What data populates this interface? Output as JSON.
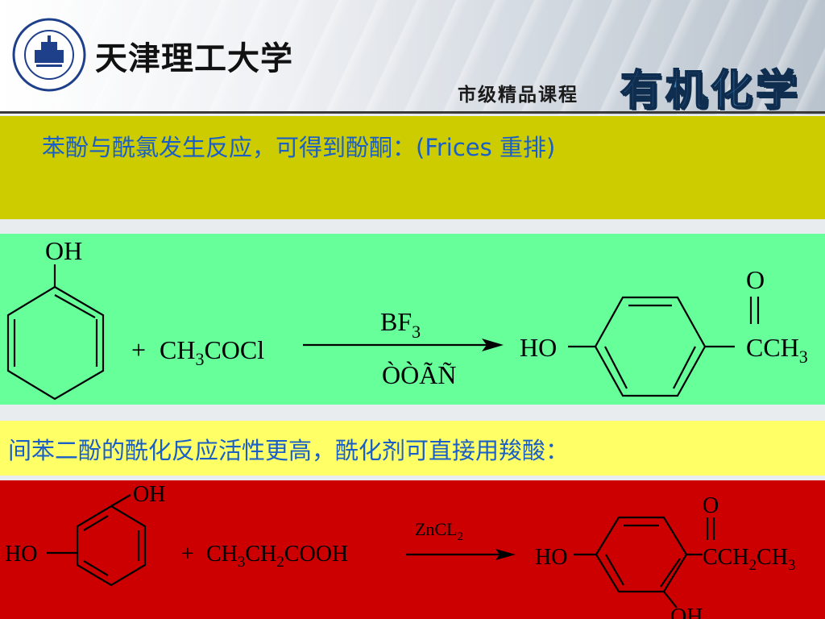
{
  "header": {
    "university_name": "天津理工大学",
    "course_level": "市级精品课程",
    "course_name": "有机化学"
  },
  "section1": {
    "caption": "苯酚与酰氯发生反应，可得到酚酮：(Frices 重排)",
    "reactant_oh": "OH",
    "reagent_plus": "+",
    "reagent_main": "CH",
    "reagent_sub": "3",
    "reagent_tail": "COCl",
    "catalyst_main": "BF",
    "catalyst_sub": "3",
    "condition": "ÒÒÃÑ",
    "product_ho": "HO",
    "product_o": "O",
    "product_c": "CCH",
    "product_sub": "3"
  },
  "section2": {
    "caption": "间苯二酚的酰化反应活性更高，酰化剂可直接用羧酸：",
    "reactant_oh": "OH",
    "reactant_ho": "HO",
    "reagent_plus": "+",
    "reagent_a": "CH",
    "reagent_a_sub": "3",
    "reagent_b": "CH",
    "reagent_b_sub": "2",
    "reagent_tail": "COOH",
    "catalyst_main": "ZnCL",
    "catalyst_sub": "2",
    "product_ho": "HO",
    "product_o": "O",
    "product_c1": "CCH",
    "product_c1_sub": "2",
    "product_c2": "CH",
    "product_c2_sub": "3",
    "product_oh": "OH"
  }
}
